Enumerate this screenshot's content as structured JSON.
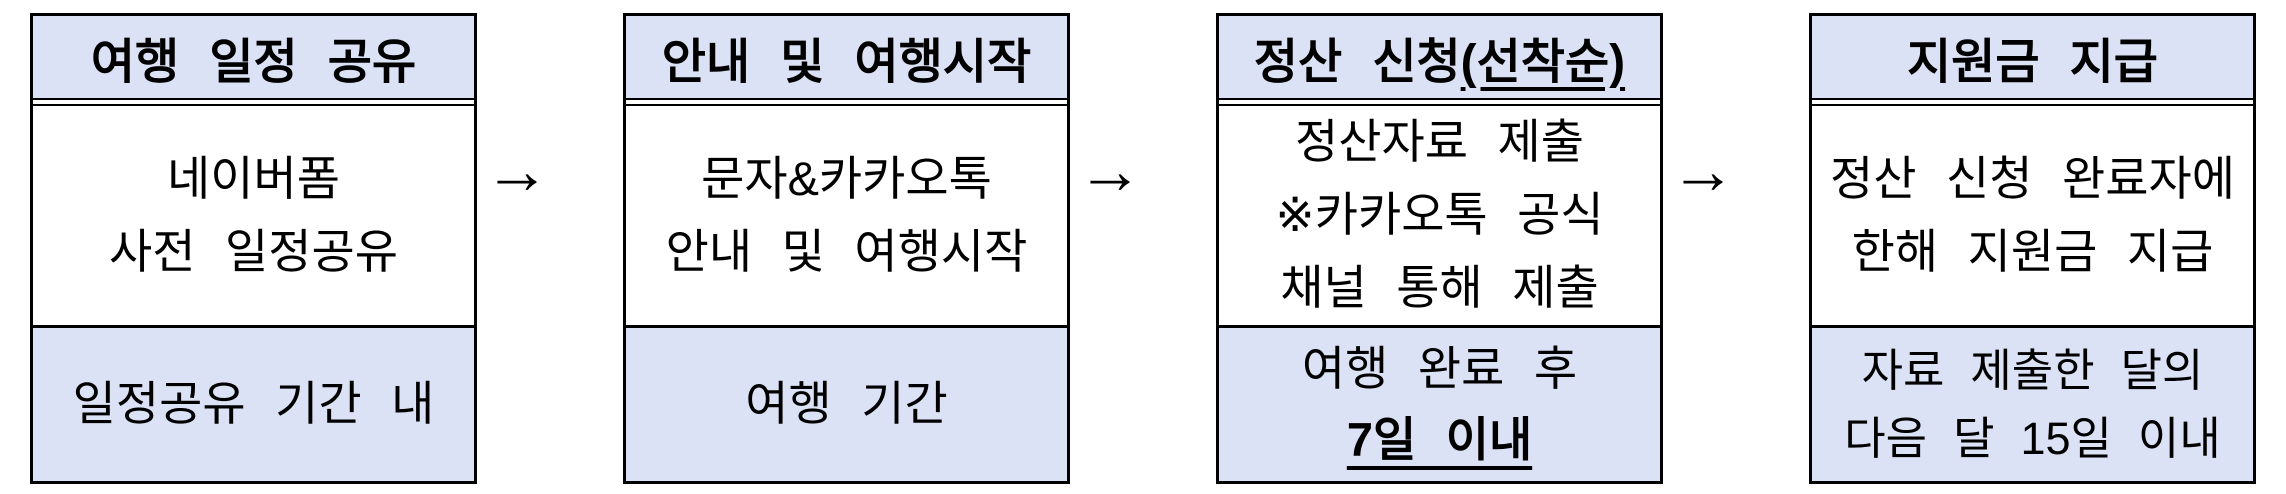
{
  "diagram": {
    "arrow_glyph": "→",
    "colors": {
      "band_fill": "#dce2f5",
      "border": "#000000",
      "body_fill": "#ffffff",
      "text": "#000000"
    },
    "columns": [
      {
        "header": {
          "text": "여행 일정 공유"
        },
        "body_lines": [
          "네이버폼",
          "사전 일정공유"
        ],
        "footer_lines": [
          "일정공유 기간 내"
        ]
      },
      {
        "header": {
          "text": "안내 및 여행시작"
        },
        "body_lines": [
          "문자&카카오톡",
          "안내 및 여행시작"
        ],
        "footer_lines": [
          "여행 기간"
        ]
      },
      {
        "header": {
          "text": "정산 신청",
          "underlined_suffix": "(선착순)"
        },
        "body_lines": [
          "정산자료 제출",
          "※카카오톡 공식",
          "채널 통해 제출"
        ],
        "footer_lines": [
          "여행 완료 후"
        ],
        "footer_emphasis": "7일 이내"
      },
      {
        "header": {
          "text": "지원금 지급"
        },
        "body_lines": [
          "정산 신청 완료자에",
          "한해 지원금 지급"
        ],
        "footer_lines": [
          "자료 제출한 달의",
          "다음 달 15일 이내"
        ]
      }
    ]
  }
}
